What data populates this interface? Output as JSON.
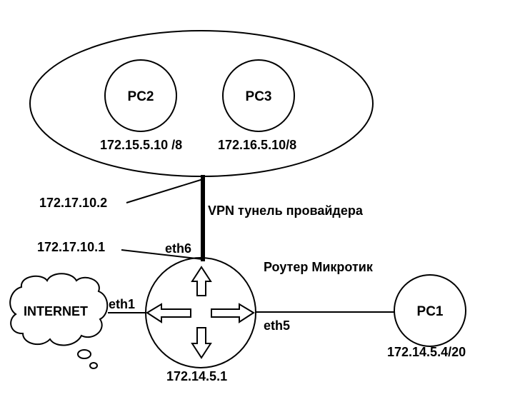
{
  "network": {
    "pc2": {
      "name": "PC2",
      "ip": "172.15.5.10 /8"
    },
    "pc3": {
      "name": "PC3",
      "ip": "172.16.5.10/8"
    },
    "pc1": {
      "name": "PC1",
      "ip": "172.14.5.4/20"
    },
    "internet": {
      "name": "INTERNET"
    },
    "router": {
      "name": "Роутер Микротик",
      "ip": "172.14.5.1"
    },
    "vpn": {
      "label": "VPN тунель провайдера",
      "remote_ip": "172.17.10.2",
      "local_ip": "172.17.10.1"
    },
    "interfaces": {
      "eth1": "eth1",
      "eth5": "eth5",
      "eth6": "eth6"
    }
  }
}
